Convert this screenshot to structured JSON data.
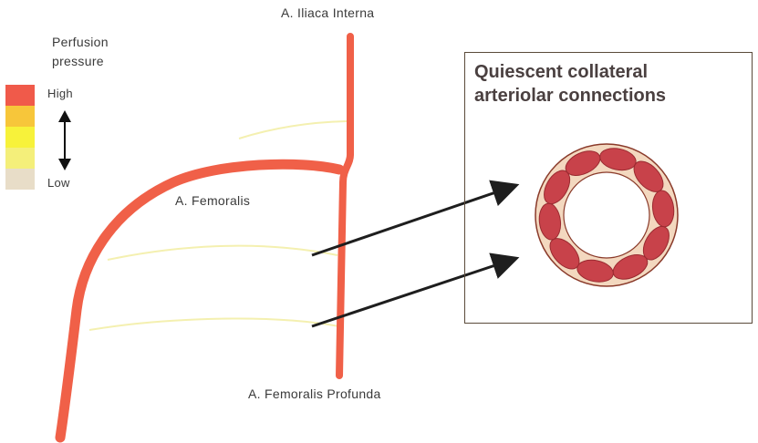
{
  "labels": {
    "iliaca_interna": "A. Iliaca Interna",
    "femoralis": "A. Femoralis",
    "femoralis_profunda": "A. Femoralis Profunda"
  },
  "legend": {
    "title_line1": "Perfusion",
    "title_line2": "pressure",
    "high": "High",
    "low": "Low",
    "colors": [
      "#f05a4a",
      "#f7c63a",
      "#f7f23a",
      "#f4ef7a",
      "#e8ddc8"
    ]
  },
  "inset": {
    "title": "Quiescent collateral\narteriolar connections"
  },
  "colors": {
    "artery": "#f06048",
    "collateral": "#f4f0b0",
    "cell_fill": "#c8424a",
    "cell_stroke": "#9a2a30",
    "ring_fill": "#f3d8bf",
    "arrow": "#1e1e1e"
  }
}
